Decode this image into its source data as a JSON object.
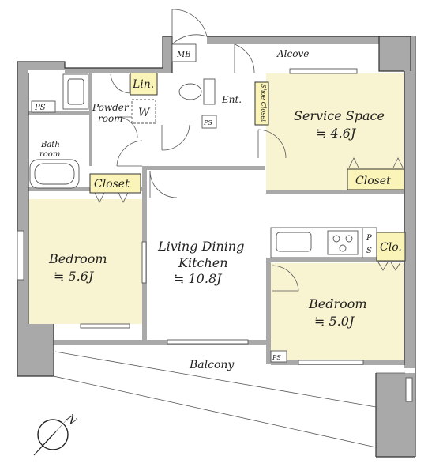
{
  "rooms": {
    "alcove": "Alcove",
    "mb": "MB",
    "ps_left": "PS",
    "ps_center": "PS",
    "ps_bottom": "PS",
    "ps_kitchen_p": "P",
    "ps_kitchen_s": "S",
    "linen": "Lin.",
    "washer": "W",
    "powder_line1": "Powder",
    "powder_line2": "room",
    "bath_line1": "Bath",
    "bath_line2": "room",
    "entrance": "Ent.",
    "shoe_closet": "Shoe Closet",
    "service_space": "Service Space",
    "service_size": "≒ 4.6J",
    "closet_right": "Closet",
    "closet_left": "Closet",
    "closet_small": "Clo.",
    "bedroom_left": "Bedroom",
    "bedroom_left_size": "≒ 5.6J",
    "ldk_line1": "Living Dining",
    "ldk_line2": "Kitchen",
    "ldk_size": "≒ 10.8J",
    "bedroom_right": "Bedroom",
    "bedroom_right_size": "≒ 5.0J",
    "balcony": "Balcony"
  },
  "compass": {
    "north_label": "N",
    "icon": "compass-icon"
  },
  "colors": {
    "wall": "#a9a9a9",
    "room_fill": "#f8f4d2",
    "closet_fill": "#fbf4b9"
  }
}
